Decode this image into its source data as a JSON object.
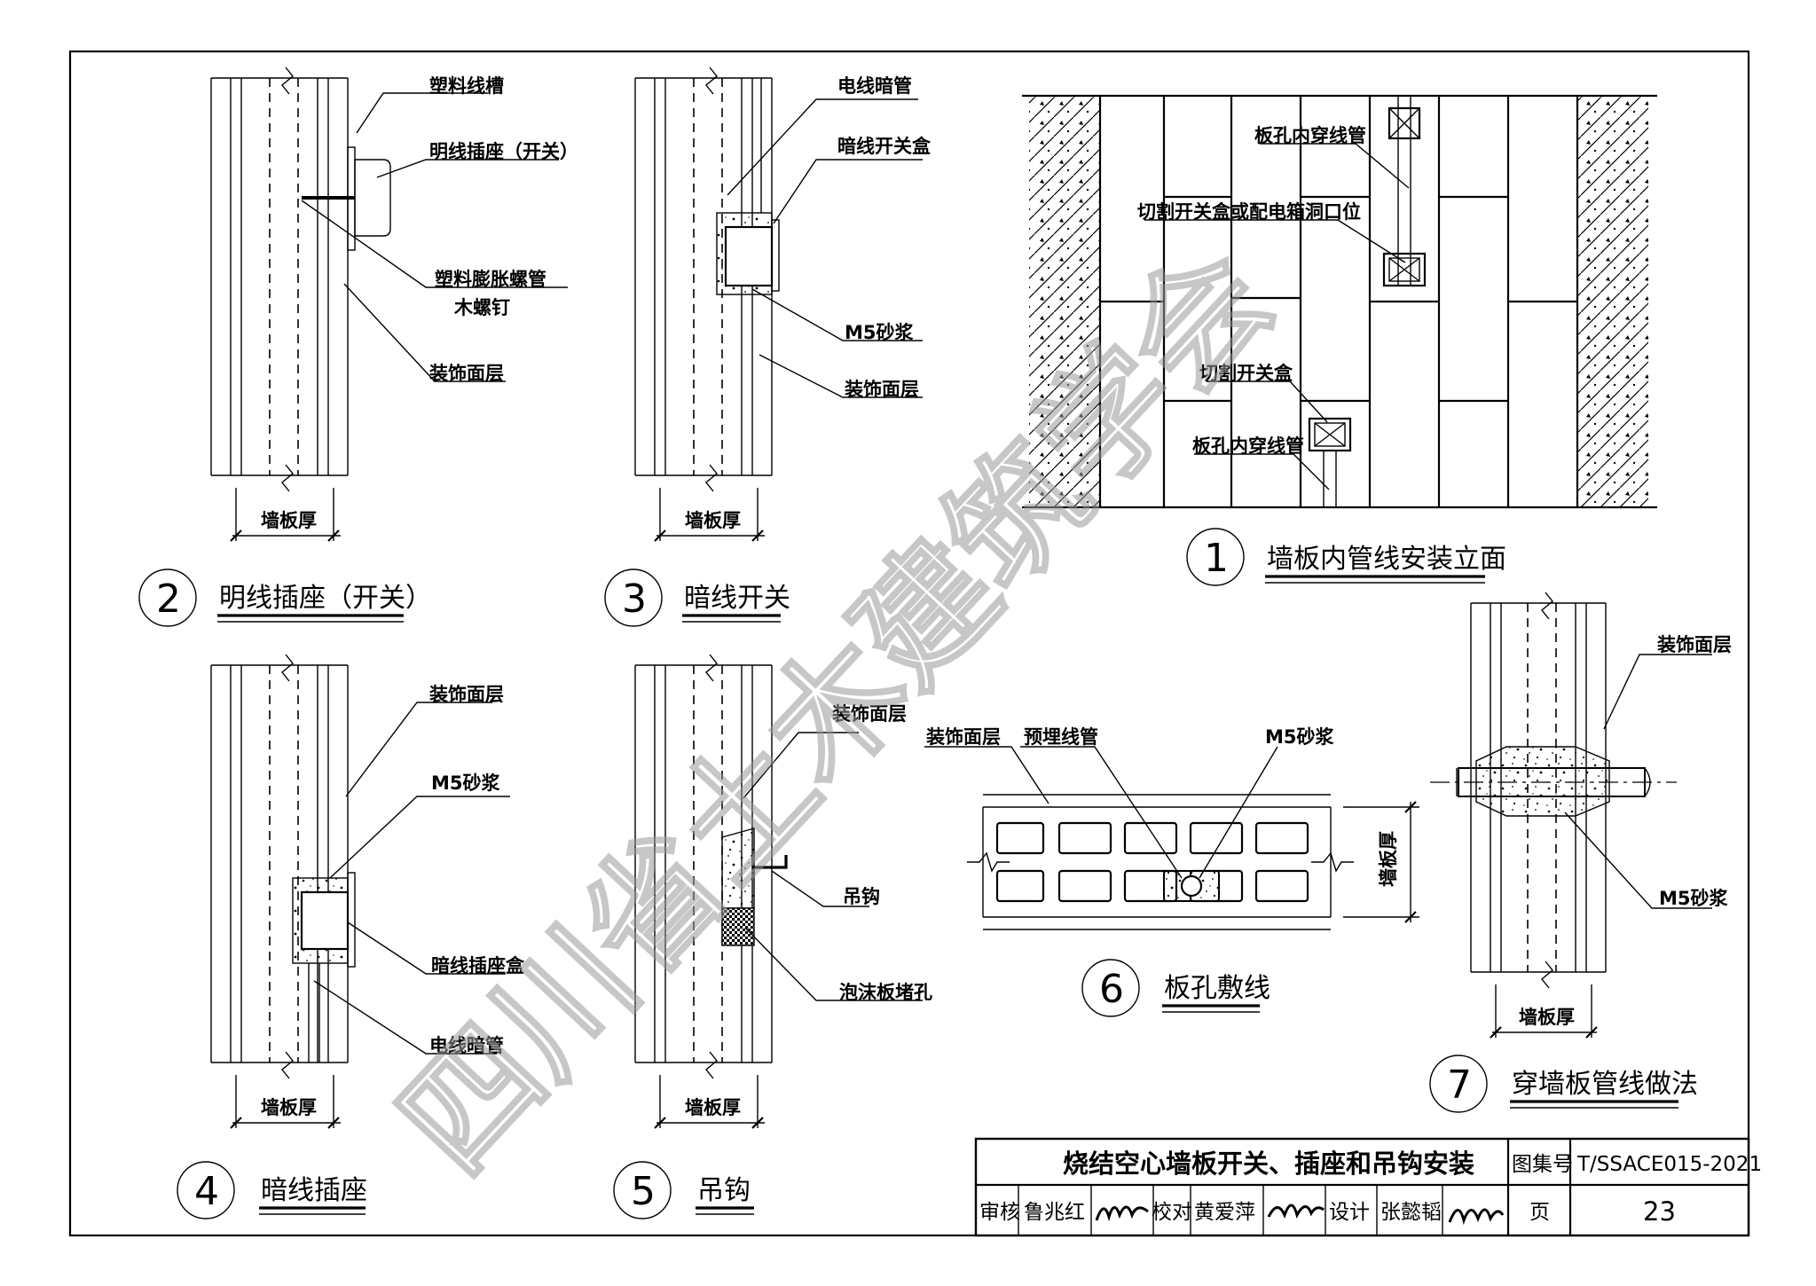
{
  "watermark": "四川省土木建筑学会",
  "details": {
    "d1": {
      "num": "1",
      "caption": "墙板内管线安装立面",
      "labels": [
        "板孔内穿线管",
        "切割开关盒或配电箱洞口位",
        "切割开关盒",
        "板孔内穿线管"
      ]
    },
    "d2": {
      "num": "2",
      "caption": "明线插座（开关）",
      "labels": [
        "塑料线槽",
        "明线插座（开关）",
        "塑料膨胀螺管",
        "木螺钉",
        "装饰面层"
      ],
      "dim": "墙板厚"
    },
    "d3": {
      "num": "3",
      "caption": "暗线开关",
      "labels": [
        "电线暗管",
        "暗线开关盒",
        "M5砂浆",
        "装饰面层"
      ],
      "dim": "墙板厚"
    },
    "d4": {
      "num": "4",
      "caption": "暗线插座",
      "labels": [
        "装饰面层",
        "M5砂浆",
        "暗线插座盒",
        "电线暗管"
      ],
      "dim": "墙板厚"
    },
    "d5": {
      "num": "5",
      "caption": "吊钩",
      "labels": [
        "装饰面层",
        "吊钩",
        "泡沫板堵孔"
      ],
      "dim": "墙板厚"
    },
    "d6": {
      "num": "6",
      "caption": "板孔敷线",
      "labels": [
        "装饰面层",
        "预埋线管",
        "M5砂浆"
      ],
      "dim": "墙板厚"
    },
    "d7": {
      "num": "7",
      "caption": "穿墙板管线做法",
      "labels": [
        "装饰面层",
        "M5砂浆"
      ],
      "dim": "墙板厚"
    }
  },
  "title_block": {
    "title": "烧结空心墙板开关、插座和吊钩安装",
    "atlas_label": "图集号",
    "atlas_no": "T/SSACE015-2021",
    "review_label": "审核",
    "reviewer": "鲁兆红",
    "check_label": "校对",
    "checker": "黄爱萍",
    "design_label": "设计",
    "designer": "张懿韬",
    "page_label": "页",
    "page_no": "23"
  }
}
